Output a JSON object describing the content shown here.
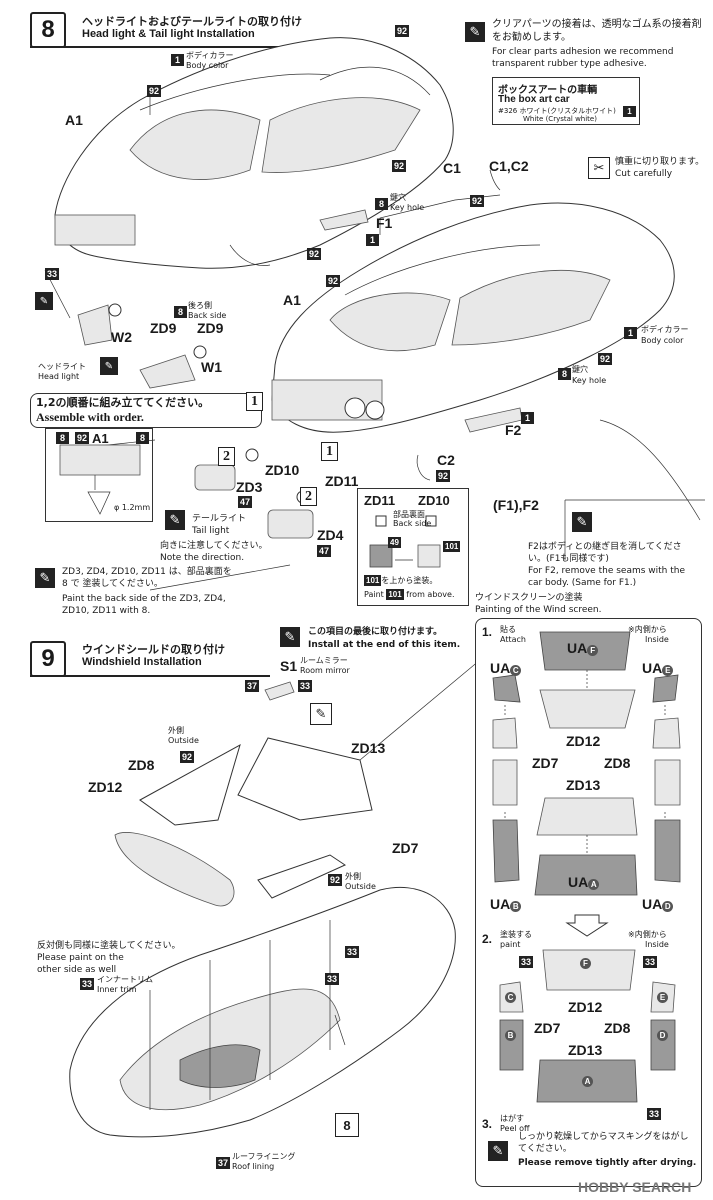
{
  "step8": {
    "number": "8",
    "title_jp": "ヘッドライトおよびテールライトの取り付け",
    "title_en": "Head light & Tail light Installation",
    "note_clear_jp": "クリアパーツの接着は、透明なゴム系の接着剤をお勧めします。",
    "note_clear_en": "For clear parts adhesion we recommend transparent rubber type adhesive.",
    "boxart_jp": "ボックスアートの車輌",
    "boxart_en": "The box art car",
    "boxart_paint_jp": "#326 ホワイト(クリスタルホワイト)",
    "boxart_paint_en": "White (Crystal white)",
    "boxart_num": "1",
    "cut_jp": "慎重に切り取ります。",
    "cut_en": "Cut carefully",
    "body_color_jp": "ボディカラー",
    "body_color_en": "Body color",
    "key_hole_jp": "鍵穴",
    "key_hole_en": "Key hole",
    "back_side_jp": "後ろ側",
    "back_side_en": "Back side",
    "headlight_jp": "ヘッドライト",
    "headlight_en": "Head light",
    "order_jp": "1,2の順番に組み立ててください。",
    "order_en": "Assemble with order.",
    "phi": "φ 1.2mm",
    "taillight_jp": "テールライト",
    "taillight_en": "Tail light",
    "direction_jp": "向きに注意してください。",
    "direction_en": "Note the direction.",
    "paint_back_jp": "ZD3, ZD4, ZD10, ZD11 は、部品裏面を 8 で 塗装してください。",
    "paint_back_en": "Paint the back side of the ZD3, ZD4, ZD10, ZD11 with 8.",
    "box_zd11": "ZD11",
    "box_zd10": "ZD10",
    "box_backside_jp": "部品裏面",
    "box_backside_en": "Back side",
    "box_above_jp": "を上から塗装。",
    "box_above_en": "from above.",
    "box_paint": "Paint",
    "f2_note_jp": "F2はボディとの継ぎ目を消してください。(F1も同様です)",
    "f2_note_en": "For F2, remove the seams with the car body. (Same for F1.)",
    "labels": {
      "A1": "A1",
      "A1b": "A1",
      "C1": "C1",
      "C1C2": "C1,C2",
      "F1": "F1",
      "F2": "F2",
      "W1": "W1",
      "W2": "W2",
      "ZD9a": "ZD9",
      "ZD9b": "ZD9",
      "ZD10": "ZD10",
      "ZD3": "ZD3",
      "ZD11": "ZD11",
      "ZD4": "ZD4",
      "C2": "C2",
      "F1F2": "(F1),F2"
    },
    "color_nums": {
      "n92": "92",
      "n1": "1",
      "n8": "8",
      "n33": "33",
      "n47": "47",
      "n49": "49",
      "n101": "101"
    },
    "order_nums": [
      "1",
      "2"
    ]
  },
  "step9": {
    "number": "9",
    "title_jp": "ウインドシールドの取り付け",
    "title_en": "Windshield Installation",
    "last_jp": "この項目の最後に取り付けます。",
    "last_en": "Install at the end of this item.",
    "s1": "S1",
    "mirror_jp": "ルームミラー",
    "mirror_en": "Room mirror",
    "outside_jp": "外側",
    "outside_en": "Outside",
    "other_side_jp": "反対側も同様に塗装してください。",
    "other_side_en": "Please paint on the other side as well",
    "inner_trim_jp": "インナートリム",
    "inner_trim_en": "Inner trim",
    "roof_jp": "ルーフライニング",
    "roof_en": "Roof lining",
    "labels": {
      "ZD8": "ZD8",
      "ZD12": "ZD12",
      "ZD13": "ZD13",
      "ZD7": "ZD7"
    },
    "color_nums": {
      "n37": "37",
      "n33": "33",
      "n92": "92",
      "n8": "8"
    }
  },
  "windscreen": {
    "title_jp": "ウインドスクリーンの塗装",
    "title_en": "Painting of the Wind screen.",
    "step1_num": "1.",
    "step1_jp": "貼る",
    "step1_en": "Attach",
    "inside_jp": "※内側から",
    "inside_en": "Inside",
    "step2_num": "2.",
    "step2_jp": "塗装する",
    "step2_en": "paint",
    "step3_num": "3.",
    "step3_jp": "はがす",
    "step3_en": "Peel off",
    "dry_jp": "しっかり乾燥してからマスキングをはがしてください。",
    "dry_en": "Please remove tightly after drying.",
    "ua": "UA",
    "letters": [
      "A",
      "B",
      "C",
      "D",
      "E",
      "F"
    ],
    "parts": {
      "ZD12": "ZD12",
      "ZD7": "ZD7",
      "ZD8": "ZD8",
      "ZD13": "ZD13"
    },
    "n33": "33"
  },
  "watermark": "HOBBY SEARCH"
}
